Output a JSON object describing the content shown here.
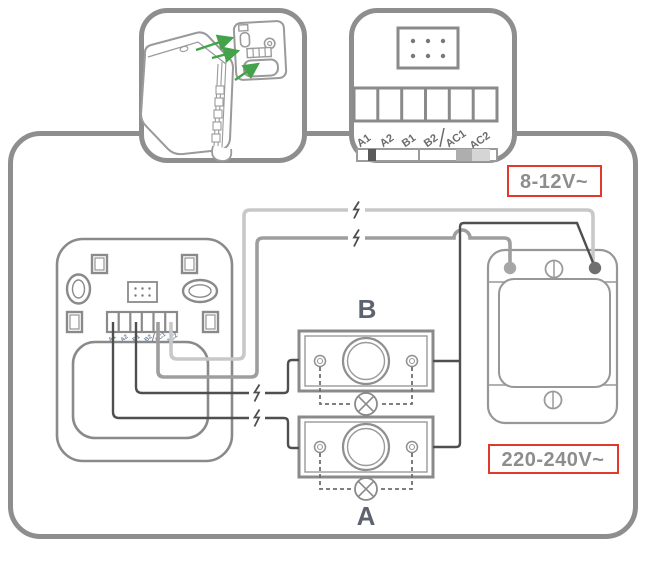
{
  "diagram_title": "doorbell-chime-wiring-installation-diagram",
  "terminals": {
    "labels": [
      "A1",
      "A2",
      "B1",
      "B2",
      "AC1",
      "AC2"
    ]
  },
  "buttons": {
    "b": "B",
    "a": "A"
  },
  "voltages": {
    "secondary": "8-12V~",
    "mains": "220-240V~"
  },
  "icons": [
    "chime-device-icon",
    "wall-bracket-icon",
    "mounting-arrow-icon",
    "connector-pins-icon",
    "terminal-block-icon",
    "screw-icon",
    "lamp-icon",
    "wire-break-icon",
    "transformer-icon"
  ],
  "colors": {
    "border_gray": "#8e8e8e",
    "line_gray": "#8a8a8a",
    "wire_light": "#c8c8c8",
    "wire_medium": "#9e9e9e",
    "wire_dark": "#4f4f4f",
    "arrow_green": "#44a34a",
    "highlight_red": "#e2392c",
    "voltage_text_gray": "#8d8d8d",
    "letter_gray": "#5d6470",
    "terminal_label_blue": "#6e81a0",
    "terminal_dot_light": "#a6a6a6",
    "terminal_dot_dark": "#707070"
  }
}
